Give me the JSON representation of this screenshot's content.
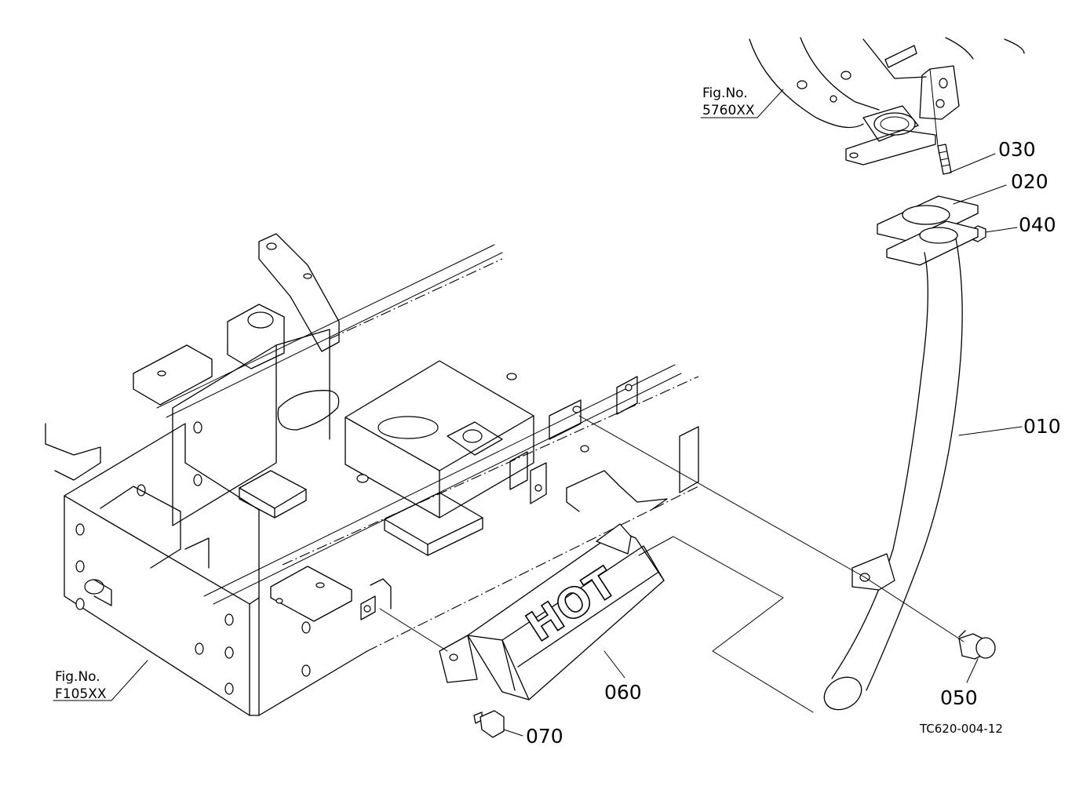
{
  "diagram": {
    "drawing_code": "TC620-004-12",
    "references": [
      {
        "id": "fig-5760",
        "line1": "Fig.No.",
        "line2": "5760XX"
      },
      {
        "id": "fig-f105",
        "line1": "Fig.No.",
        "line2": "F105XX"
      }
    ],
    "parts": [
      {
        "id": "010",
        "label": "010"
      },
      {
        "id": "020",
        "label": "020"
      },
      {
        "id": "030",
        "label": "030"
      },
      {
        "id": "040",
        "label": "040"
      },
      {
        "id": "050",
        "label": "050"
      },
      {
        "id": "060",
        "label": "060"
      },
      {
        "id": "070",
        "label": "070"
      }
    ],
    "heat_shield_text": "HOT"
  }
}
